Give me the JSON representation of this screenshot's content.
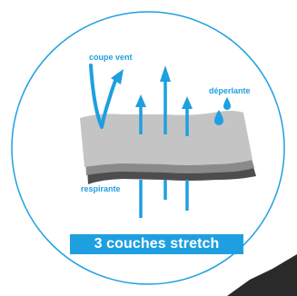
{
  "labels": {
    "wind": "coupe vent",
    "water_repellent": "déperlante",
    "breathable": "respirante"
  },
  "banner": {
    "text": "3 couches stretch"
  },
  "colors": {
    "accent": "#1e9fe0",
    "layer_top": "#c4c4c4",
    "layer_middle": "#8a8a8a",
    "layer_bottom": "#4d4d4d",
    "circle_stroke": "#1e9fe0"
  },
  "icons": [
    "wind-arrow-icon",
    "up-arrow-icon",
    "water-drop-icon"
  ]
}
